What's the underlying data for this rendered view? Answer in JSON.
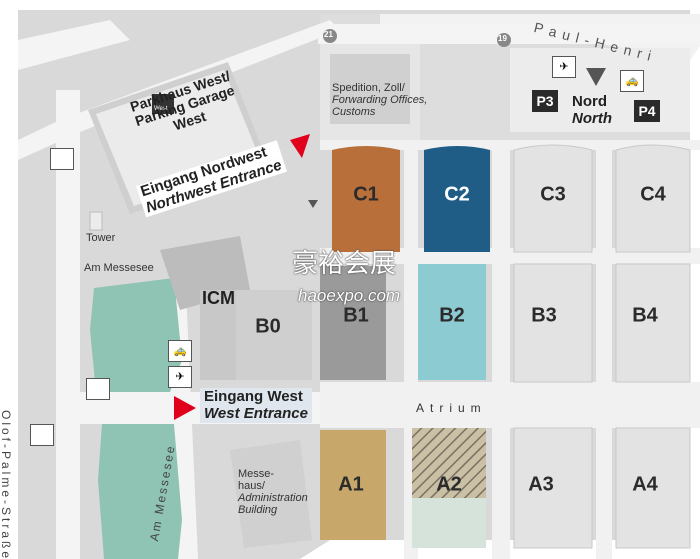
{
  "map": {
    "streets": {
      "paul_henri": "Paul-Henri",
      "olof_palme": "Olof-Palme-Straße",
      "am_messesee_street": "Am Messesee",
      "am_messesee_area": "Am Messesee"
    },
    "road_numbers": [
      "21",
      "19"
    ],
    "parking": {
      "garage_west": [
        "Parkhaus West/",
        "Parking Garage",
        "West"
      ],
      "garage_icon_text": "West",
      "p3": "P3",
      "p4": "P4"
    },
    "entrances": {
      "northwest": [
        "Eingang Nordwest",
        "Northwest Entrance"
      ],
      "west": [
        "Eingang West",
        "West Entrance"
      ]
    },
    "north": [
      "Nord",
      "North"
    ],
    "forwarding": [
      "Spedition, Zoll/",
      "Forwarding Offices,",
      "Customs"
    ],
    "tower": "Tower",
    "icm": "ICM",
    "atrium": "Atrium",
    "admin": [
      "Messe-",
      "haus/",
      "Administration",
      "Building"
    ],
    "halls": {
      "C1": "C1",
      "C2": "C2",
      "C3": "C3",
      "C4": "C4",
      "B0": "B0",
      "B1": "B1",
      "B2": "B2",
      "B3": "B3",
      "B4": "B4",
      "A1": "A1",
      "A2": "A2",
      "A3": "A3",
      "A4": "A4"
    },
    "watermark": {
      "cn": "豪裕会展",
      "url": "haoexpo.com"
    },
    "colors": {
      "c1": "#b86f3a",
      "c2": "#1f5d86",
      "b2": "#8ccbd1",
      "a1": "#c8a76a",
      "gray_hall": "#e3e3e3",
      "dark_hall": "#9a9a9a",
      "entrance_red": "#e0001b",
      "lake": "#8fc3b3",
      "road": "#f4f4f4"
    }
  }
}
